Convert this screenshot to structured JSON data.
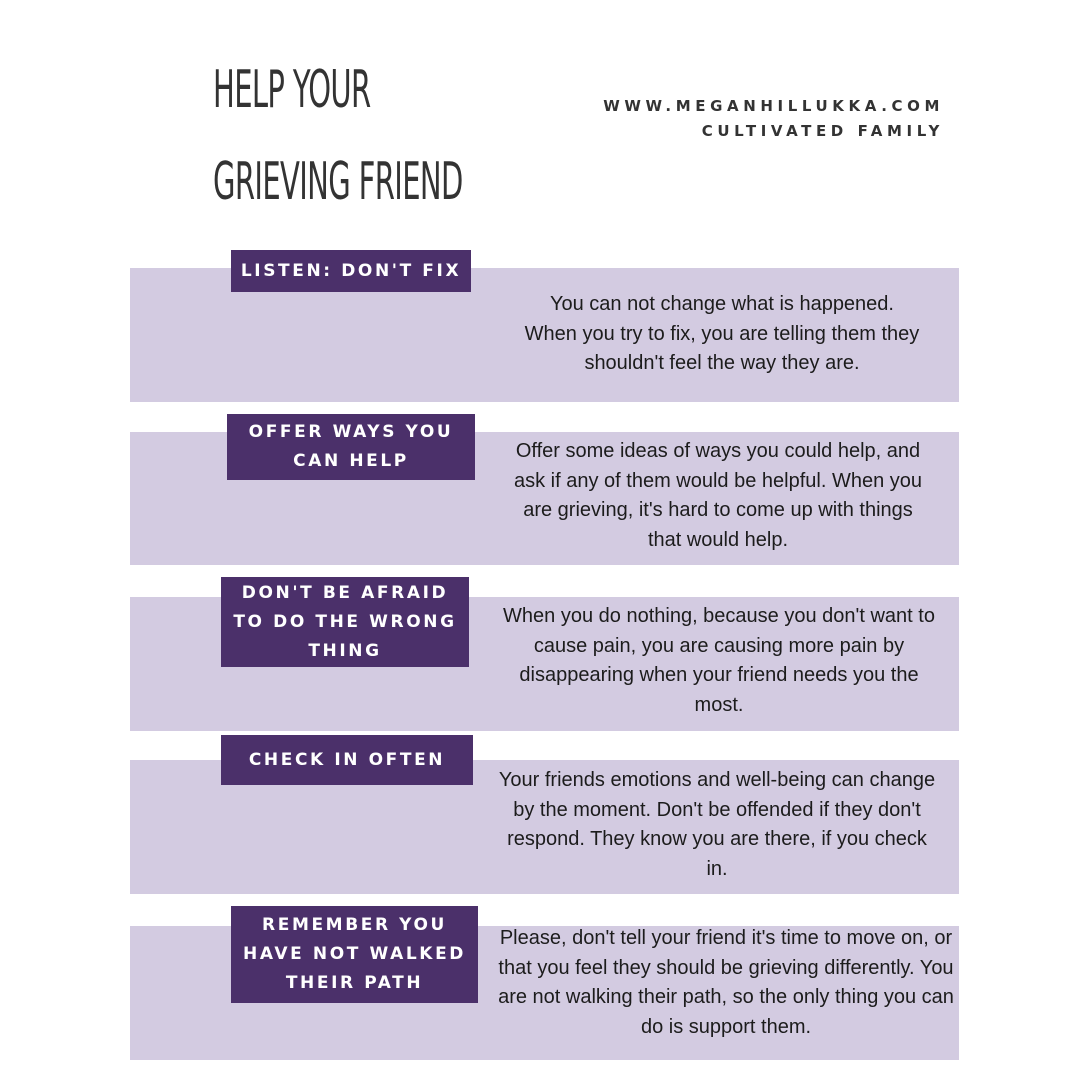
{
  "header": {
    "title_line1": "Help your",
    "title_line2": "grieving friend",
    "website": "WWW.MEGANHILLUKKA.COM",
    "brand": "CULTIVATED FAMILY"
  },
  "colors": {
    "tag_bg": "#4b306a",
    "band_bg": "#d3cbe1",
    "text": "#1c1c1c"
  },
  "tips": [
    {
      "heading": "LISTEN: DON'T FIX",
      "body": "You can not change what is happened. When you try to fix, you are telling them they shouldn't feel the way they are."
    },
    {
      "heading": "OFFER  WAYS YOU CAN HELP",
      "body": "Offer some ideas of ways you could help, and ask if any of them would be helpful. When you are grieving, it's hard to come up with things that would help."
    },
    {
      "heading": "DON'T BE AFRAID TO DO THE WRONG THING",
      "body": "When you do nothing, because you don't want to cause pain, you are causing more pain by disappearing when your friend needs you the most."
    },
    {
      "heading": "CHECK IN OFTEN",
      "body": "Your friends emotions and well-being can change by the moment. Don't be offended if they don't respond. They know you are there, if you check in."
    },
    {
      "heading": "REMEMBER YOU HAVE NOT WALKED THEIR PATH",
      "body": "Please, don't tell your friend it's time to move on, or that you feel they should be grieving differently. You are not walking their path, so the only thing you can do is support them."
    }
  ]
}
